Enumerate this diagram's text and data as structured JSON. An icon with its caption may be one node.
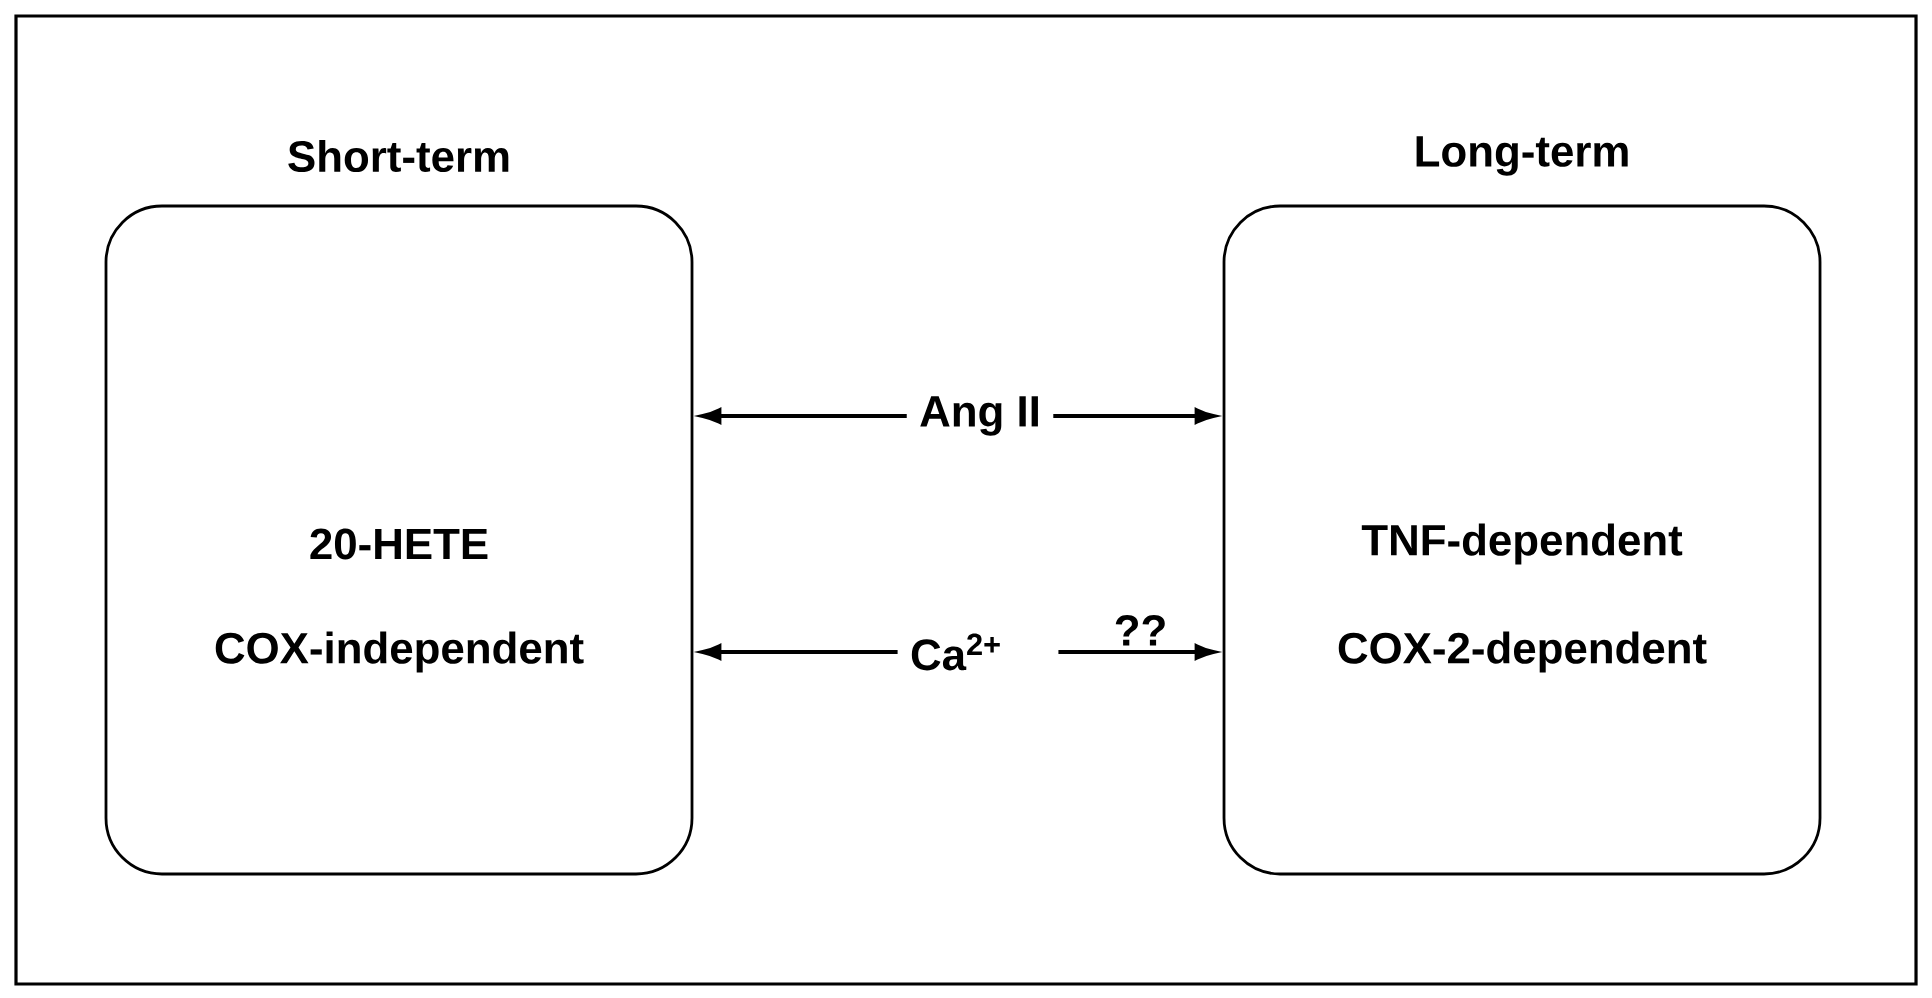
{
  "diagram": {
    "nodes": [
      {
        "text": [
          "Short-term",
          "20-HETE",
          "COX-independent"
        ]
      },
      {
        "text": [
          "Long-term",
          "TNF-dependent",
          "COX-2-dependent"
        ]
      },
      {
        "text": [
          "Ang II"
        ]
      },
      {
        "text": [
          "Ca$^{2+}$"
        ]
      }
    ],
    "edges": [
      {
        "from": 2,
        "to": 0,
        "arrow": "to"
      },
      {
        "from": 2,
        "to": 1,
        "arrow": "to"
      },
      {
        "from": 3,
        "to": 0,
        "arrow": "to"
      },
      {
        "from": 3,
        "to": 1,
        "arrow": "to",
        "label": "??"
      }
    ]
  }
}
